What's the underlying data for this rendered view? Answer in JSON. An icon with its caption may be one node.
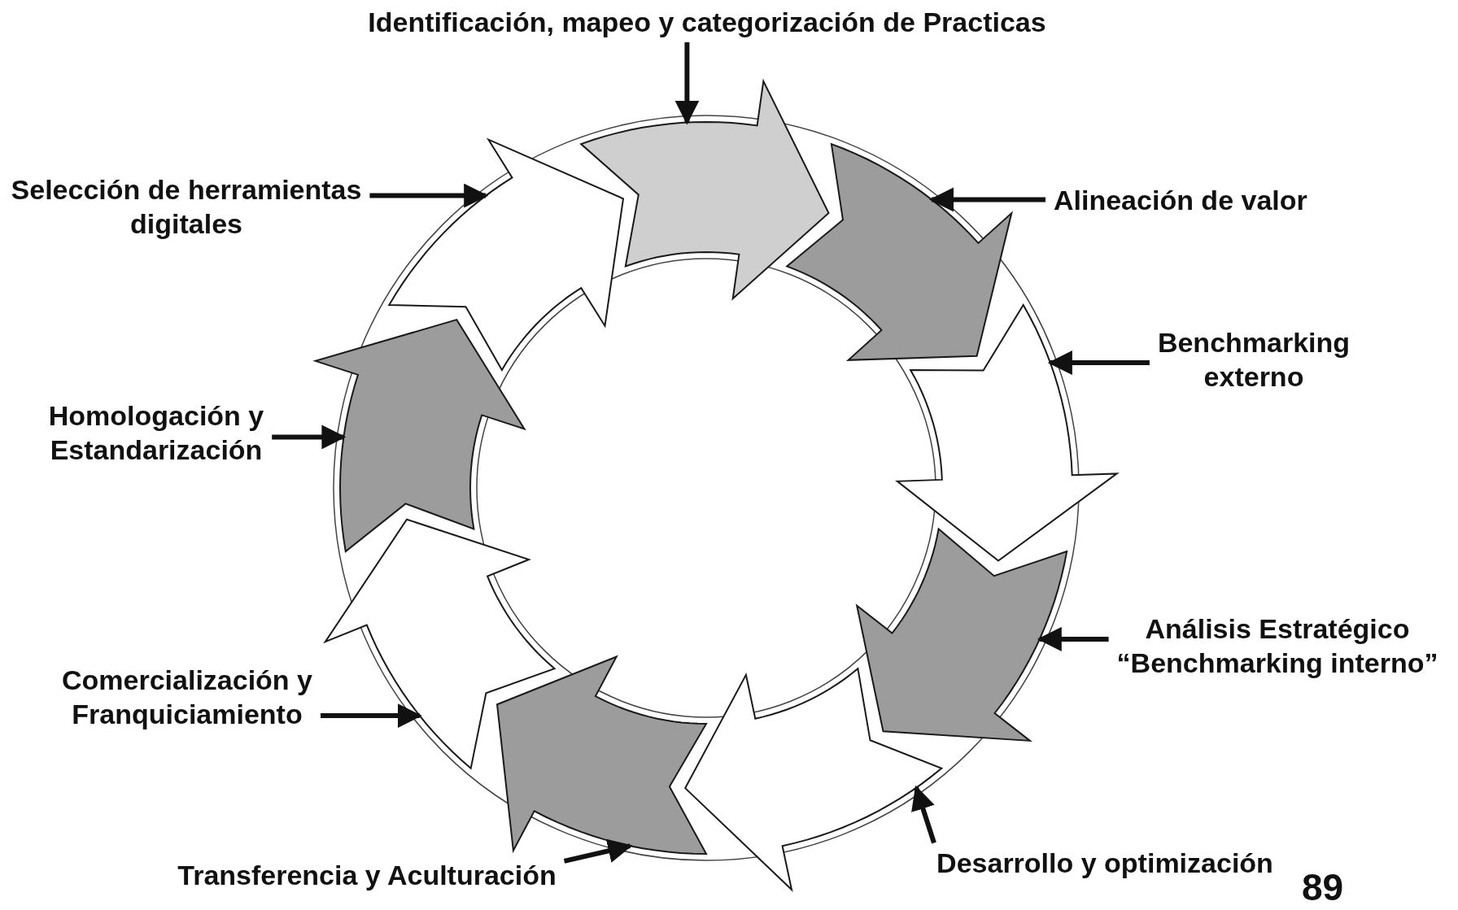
{
  "diagram": {
    "nodes": [
      {
        "text": [
          "Identificación, mapeo y categorización de Practicas"
        ]
      },
      {
        "text": [
          "Alineación de valor"
        ]
      },
      {
        "text": [
          "Benchmarking externo"
        ]
      },
      {
        "text": [
          "Análisis Estratégico “Benchmarking interno”"
        ]
      },
      {
        "text": [
          "Desarrollo y optimización"
        ]
      },
      {
        "text": [
          "Transferencia y Aculturación"
        ]
      },
      {
        "text": [
          "Comercialización y Franquiciamiento"
        ]
      },
      {
        "text": [
          "Homologación y Estandarización"
        ]
      },
      {
        "text": [
          "Selección de herramientas digitales"
        ]
      },
      {
        "text": [],
        "shape": "arrow"
      },
      {
        "text": [],
        "shape": "arrow"
      },
      {
        "text": [],
        "shape": "arrow"
      },
      {
        "text": [],
        "shape": "arrow"
      },
      {
        "text": [],
        "shape": "arrow"
      },
      {
        "text": [],
        "shape": "arrow"
      },
      {
        "text": [],
        "shape": "arrow"
      },
      {
        "text": [],
        "shape": "arrow"
      },
      {
        "text": [],
        "shape": "arrow"
      }
    ],
    "edges": [
      {
        "from": 0,
        "to": 9,
        "arrow": "to"
      },
      {
        "from": 1,
        "to": 10,
        "arrow": "to"
      },
      {
        "from": 2,
        "to": 11,
        "arrow": "to"
      },
      {
        "from": 3,
        "to": 12,
        "arrow": "to"
      },
      {
        "from": 4,
        "to": 13,
        "arrow": "to"
      },
      {
        "from": 5,
        "to": 14,
        "arrow": "to"
      },
      {
        "from": 6,
        "to": 15,
        "arrow": "to"
      },
      {
        "from": 7,
        "to": 16,
        "arrow": "to"
      },
      {
        "from": 8,
        "to": 17,
        "arrow": "to"
      }
    ],
    "labels": [
      "89"
    ]
  }
}
